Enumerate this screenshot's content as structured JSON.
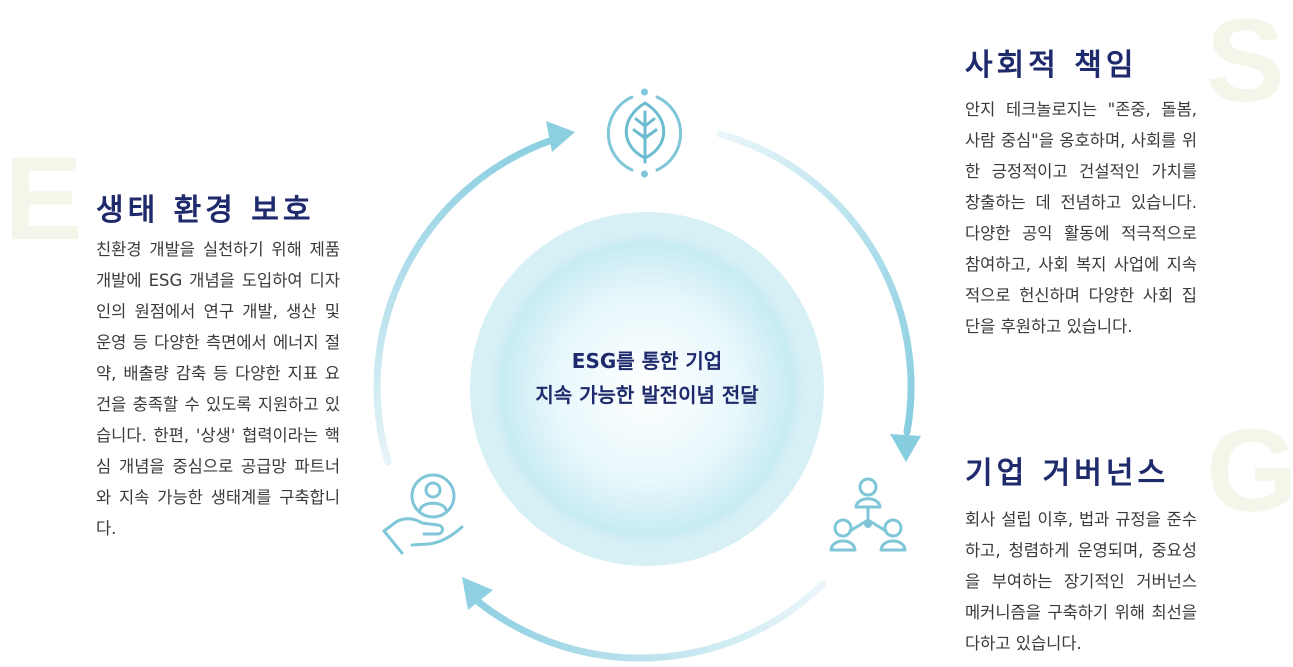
{
  "letters": {
    "e": "E",
    "s": "S",
    "g": "G"
  },
  "environment": {
    "title": "생태 환경 보호",
    "text": "친환경 개발을 실천하기 위해 제품 개발에 ESG 개념을 도입하여 디자인의 원점에서 연구 개발, 생산 및 운영 등 다양한 측면에서 에너지 절약, 배출량 감축 등 다양한 지표 요건을 충족할 수 있도록 지원하고 있습니다. 한편, '상생' 협력이라는 핵심 개념을 중심으로 공급망 파트너와 지속 가능한 생태계를 구축합니다."
  },
  "social": {
    "title": "사회적 책임",
    "text": "안지 테크놀로지는 \"존중, 돌봄, 사람 중심\"을 옹호하며, 사회를 위한 긍정적이고 건설적인 가치를 창출하는 데 전념하고 있습니다. 다양한 공익 활동에 적극적으로 참여하고, 사회 복지 사업에 지속적으로 헌신하며 다양한 사회 집단을 후원하고 있습니다."
  },
  "governance": {
    "title": "기업 거버넌스",
    "text": "회사 설립 이후, 법과 규정을 준수하고, 청렴하게 운영되며, 중요성을 부여하는 장기적인 거버넌스 메커니즘을 구축하기 위해 최선을 다하고 있습니다."
  },
  "center": {
    "line1": "ESG를 통한 기업",
    "line2": "지속 가능한 발전이념 전달"
  },
  "icons": {
    "top": "leaf-icon",
    "left": "hand-person-icon",
    "right": "people-network-icon"
  },
  "colors": {
    "title": "#1e2a6b",
    "accent": "#7fcbe0",
    "letter_bg": "#f2f7ea"
  }
}
